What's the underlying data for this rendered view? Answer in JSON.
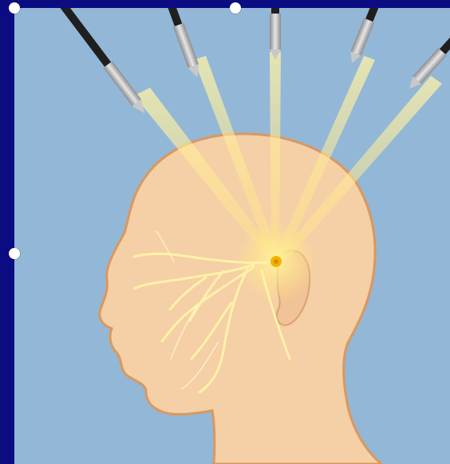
{
  "image": {
    "subject": "head-with-radiosurgery-beams",
    "colors": {
      "frame": "#0b0b82",
      "sky": "#93b7d7",
      "skin": "#f5cfa6",
      "skin_outline": "#d9985f",
      "beam": "#ffe680",
      "nerve": "#fff2a8",
      "focal_point": "#f0b400",
      "instrument_dark": "#222222",
      "instrument_light": "#b8b8b8"
    },
    "selection_handles": [
      "top-left",
      "top-middle",
      "middle-left"
    ]
  }
}
